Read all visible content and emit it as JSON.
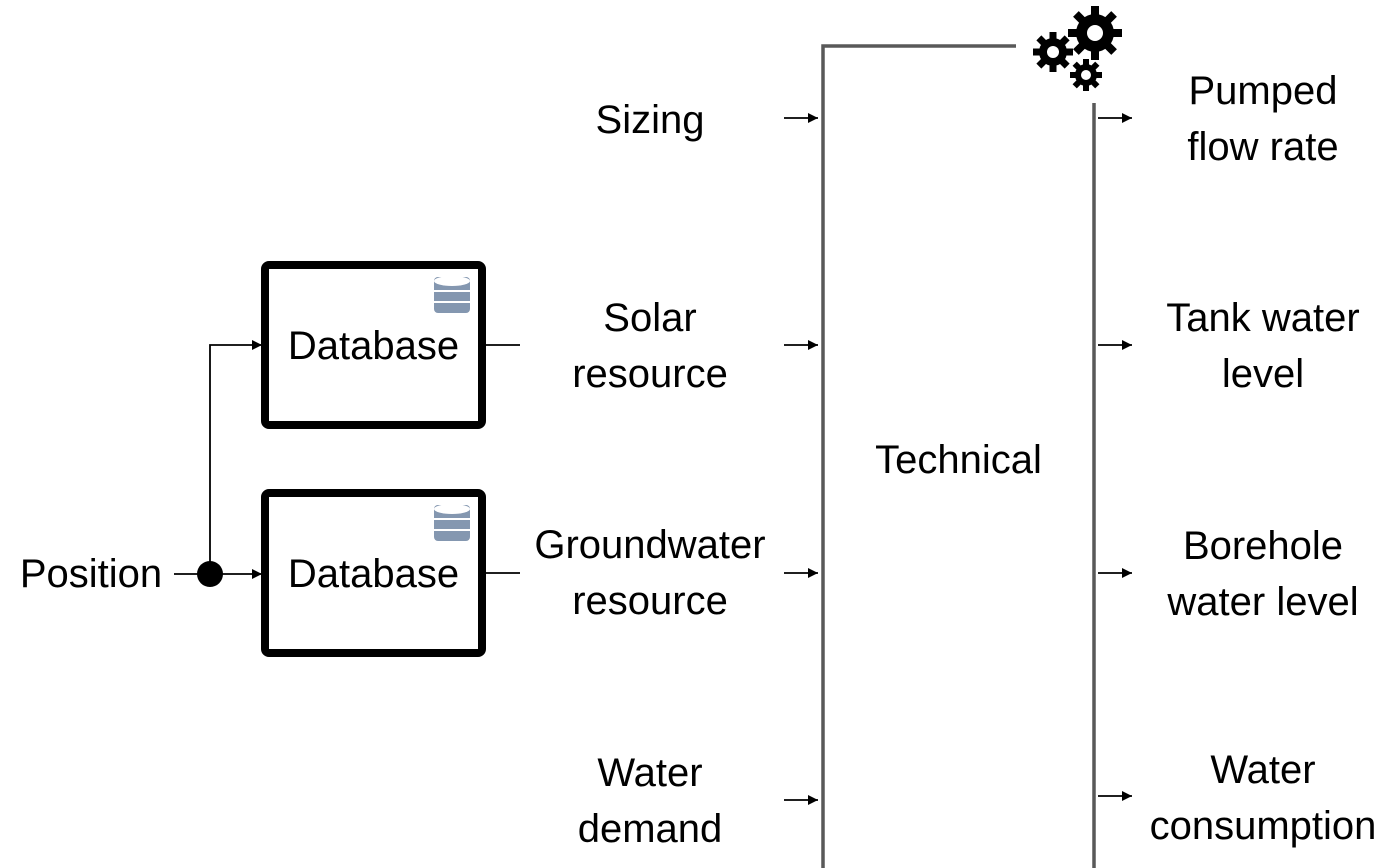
{
  "input": {
    "label": "Position"
  },
  "databases": [
    {
      "label": "Database",
      "icon": "database-icon"
    },
    {
      "label": "Database",
      "icon": "database-icon"
    }
  ],
  "inputs": [
    {
      "line1": "Sizing",
      "line2": ""
    },
    {
      "line1": "Solar",
      "line2": "resource"
    },
    {
      "line1": "Groundwater",
      "line2": "resource"
    },
    {
      "line1": "Water",
      "line2": "demand"
    }
  ],
  "model": {
    "label": "Technical",
    "icon": "gears-icon"
  },
  "outputs": [
    {
      "line1": "Pumped",
      "line2": "flow rate"
    },
    {
      "line1": "Tank water",
      "line2": "level"
    },
    {
      "line1": "Borehole",
      "line2": "water level"
    },
    {
      "line1": "Water",
      "line2": "consumption"
    }
  ],
  "colors": {
    "line": "#000000",
    "model_border": "#595959",
    "db_icon": "#8497b0"
  }
}
